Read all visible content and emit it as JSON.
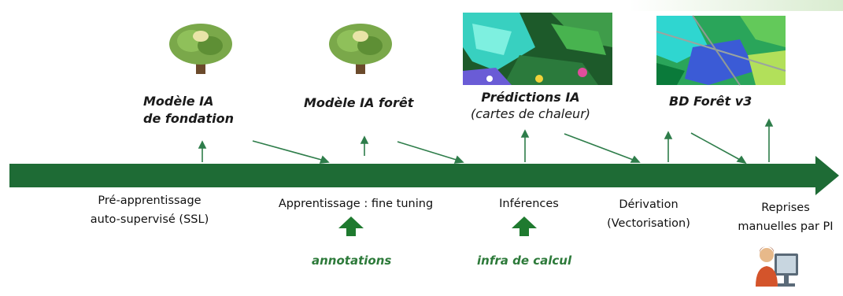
{
  "outputs": [
    {
      "line1": "Modèle IA",
      "line2": "de fondation"
    },
    {
      "line1": "Modèle IA forêt"
    },
    {
      "line1": "Prédictions IA",
      "line2": "(cartes de chaleur)"
    },
    {
      "line1": "BD Forêt v3"
    }
  ],
  "steps": [
    {
      "line1": "Pré-apprentissage",
      "line2": "auto-supervisé (SSL)"
    },
    {
      "line1": "Apprentissage : fine tuning"
    },
    {
      "line1": "Inférences"
    },
    {
      "line1": "Dérivation",
      "line2": "(Vectorisation)"
    },
    {
      "line1": "Reprises",
      "line2": "manuelles par PI"
    }
  ],
  "inputs": [
    {
      "label": "annotations"
    },
    {
      "label": "infra de calcul"
    }
  ],
  "icons": [
    "tree-icon",
    "tree-icon",
    "heatmap-map-icon",
    "forest-map-icon",
    "person-computer-icon"
  ],
  "colors": {
    "timeline": "#1e6b35",
    "connector": "#2e7d4a",
    "input_arrow": "#1f7a2f",
    "input_text": "#2d7a3a"
  }
}
